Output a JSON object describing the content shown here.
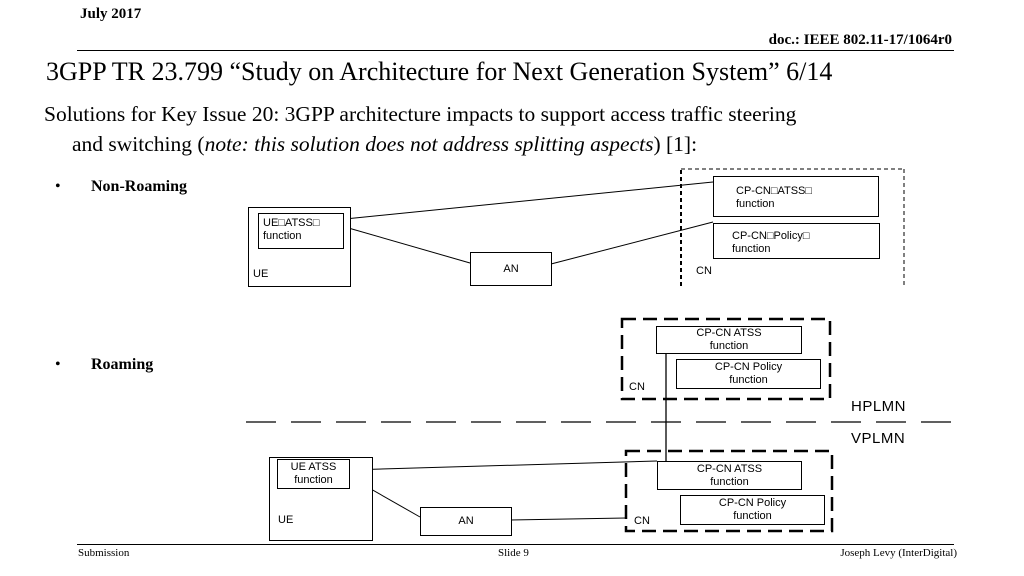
{
  "header": {
    "date": "July 2017",
    "doc_id": "doc.: IEEE 802.11-17/1064r0"
  },
  "title": "3GPP TR 23.799 “Study on Architecture for Next Generation System” 6/14",
  "subtitle": {
    "line1": "Solutions for Key Issue 20: 3GPP architecture impacts to support access traffic steering",
    "line2_prefix": "and switching (",
    "line2_note": "note: this solution does not address splitting aspects",
    "line2_suffix": ") [1]:"
  },
  "bullets": {
    "non_roaming": "Non-Roaming",
    "roaming": "Roaming",
    "marker": "•"
  },
  "non_roaming_diagram": {
    "ue_func": [
      "UE□ATSS□",
      "function"
    ],
    "ue_label": "UE",
    "an_label": "AN",
    "cn_atss": [
      "CP-CN□ATSS□",
      "function"
    ],
    "cn_policy": [
      "CP-CN□Policy□",
      "function"
    ],
    "cn_label": "CN"
  },
  "roaming_diagram": {
    "h_atss": [
      "CP-CN ATSS",
      "function"
    ],
    "h_policy": [
      "CP-CN Policy",
      "function"
    ],
    "h_cn_label": "CN",
    "hplmn": "HPLMN",
    "vplmn": "VPLMN",
    "v_atss": [
      "CP-CN ATSS",
      "function"
    ],
    "v_policy": [
      "CP-CN Policy",
      "function"
    ],
    "v_cn_label": "CN",
    "ue_func": [
      "UE ATSS",
      "function"
    ],
    "ue_label": "UE",
    "an_label": "AN"
  },
  "footer": {
    "left": "Submission",
    "center": "Slide 9",
    "right": "Joseph Levy (InterDigital)"
  }
}
